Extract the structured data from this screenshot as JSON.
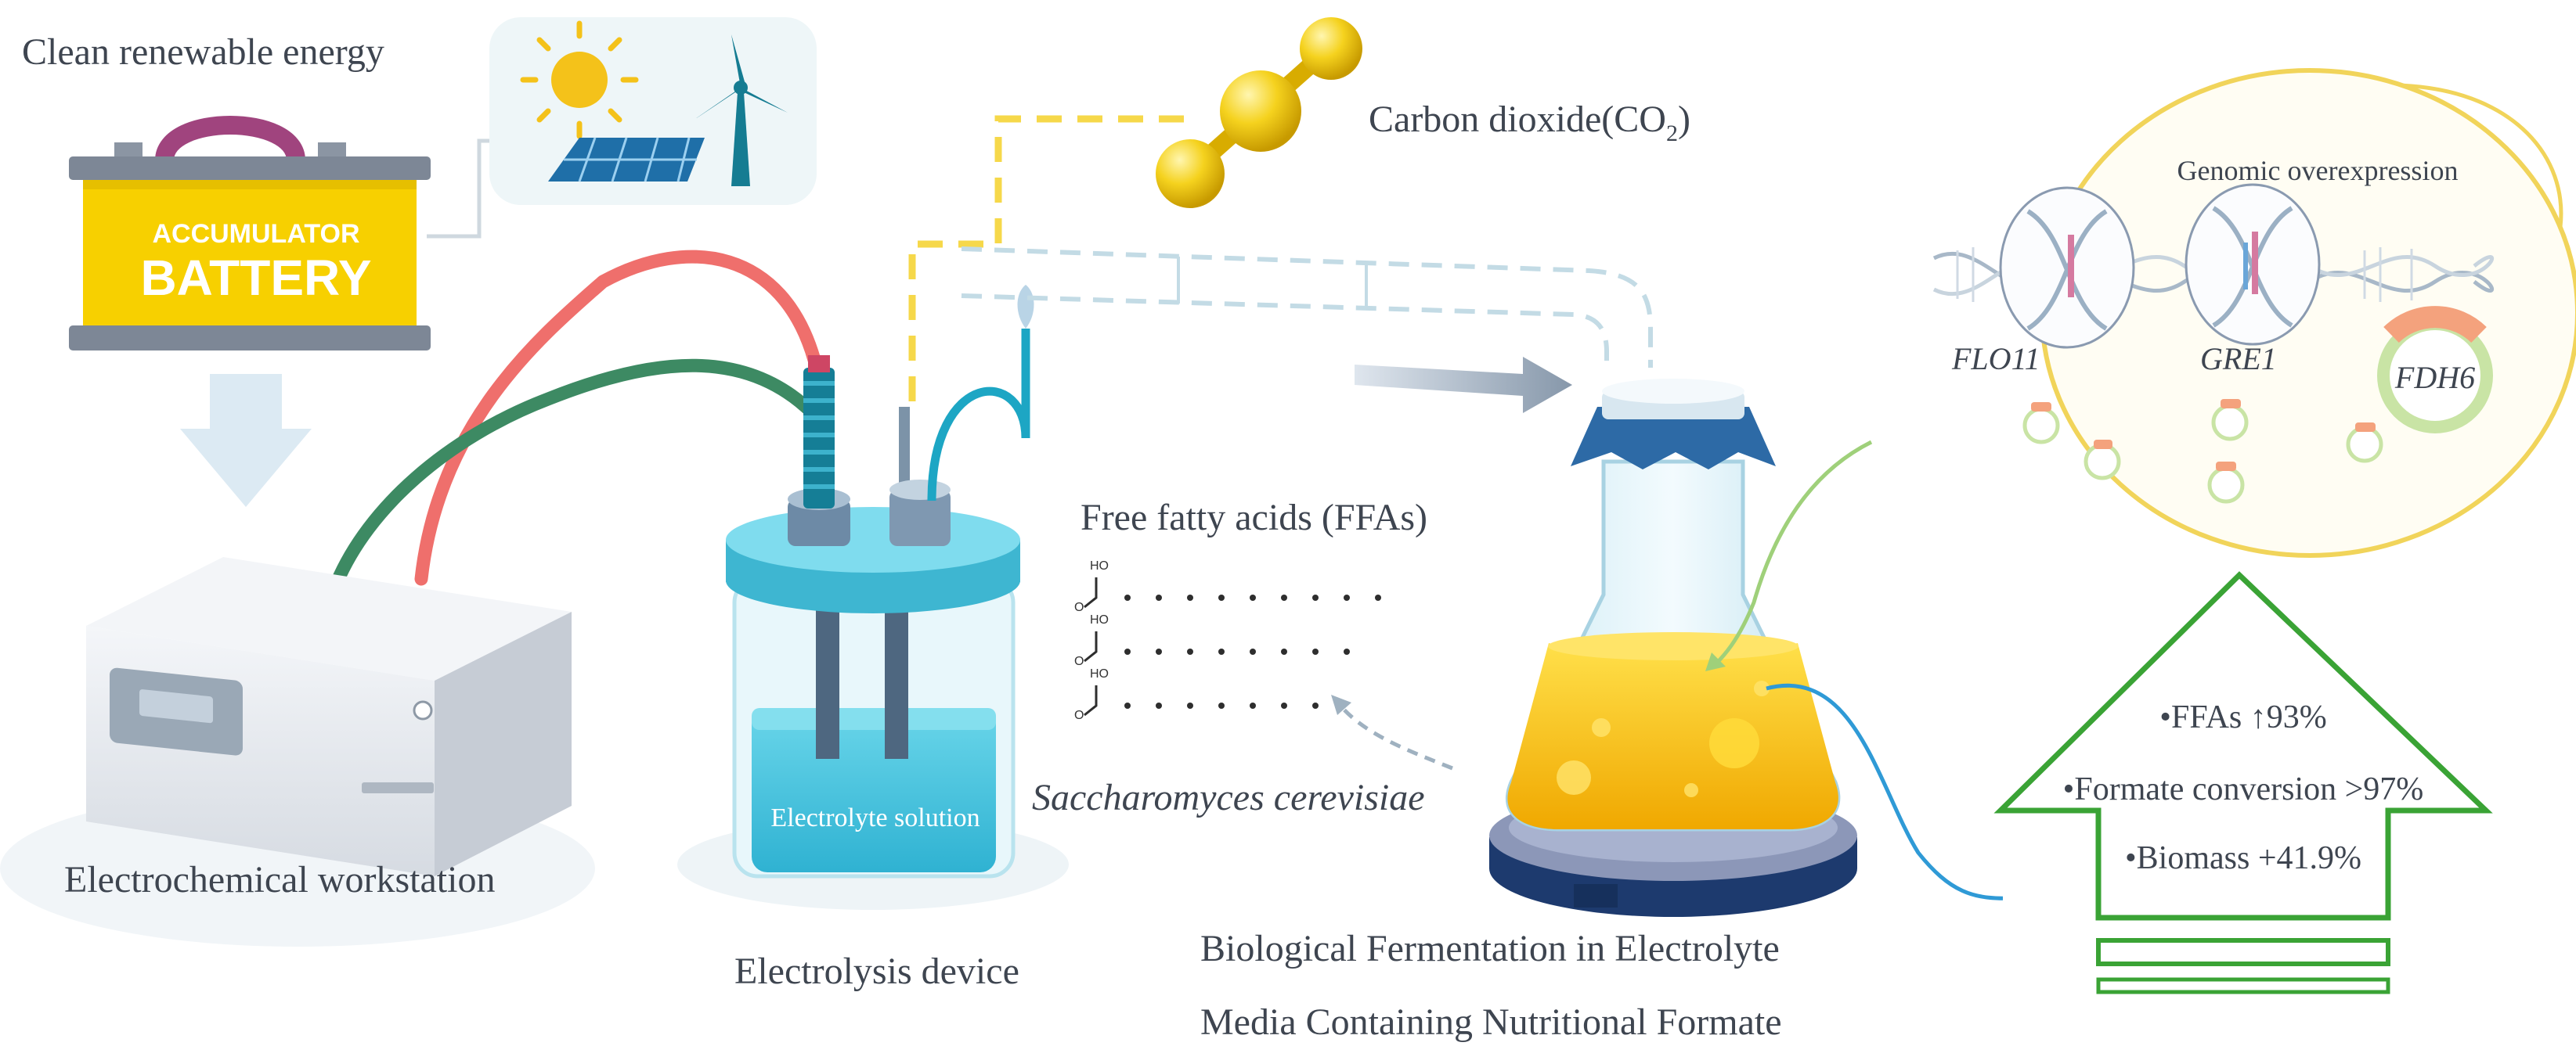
{
  "labels": {
    "clean_energy": "Clean renewable energy",
    "battery_line1": "ACCUMULATOR",
    "battery_line2": "BATTERY",
    "co2_main": "Carbon dioxide(CO",
    "co2_sub": "2",
    "co2_close": ")",
    "workstation": "Electrochemical workstation",
    "electrolyte": "Electrolyte solution",
    "electrolysis_device": "Electrolysis device",
    "ffa_title": "Free fatty acids (FFAs)",
    "ffa_oh": "HO",
    "ffa_o": "O",
    "organism": "Saccharomyces cerevisiae",
    "fermentation_line1": "Biological Fermentation in Electrolyte",
    "fermentation_line2": "Media Containing Nutritional Formate",
    "genomic": "Genomic overexpression",
    "gene1": "FLO11",
    "gene2": "GRE1",
    "gene3": "FDH6"
  },
  "results": [
    "•FFAs ↑93%",
    "•Formate conversion >97%",
    "•Biomass +41.9%"
  ],
  "colors": {
    "battery_yellow": "#f7d000",
    "battery_gray": "#7d8796",
    "handle_purple": "#a0447e",
    "wire_red": "#ef6f6c",
    "wire_green": "#3d8a63",
    "cell_cyan": "#4ec3dc",
    "co2_yellow": "#f3c90f",
    "broth_yellow": "#f5c20a",
    "result_green": "#3aa335",
    "oval_yellow": "#f1d45a",
    "plasmid_green": "#c9e4a5",
    "plasmid_orange": "#f4a27d"
  },
  "icons": [
    "battery-icon",
    "sun-icon",
    "wind-turbine-icon",
    "solar-panel-icon",
    "co2-molecule-icon",
    "dna-helix-icon",
    "plasmid-icon"
  ]
}
